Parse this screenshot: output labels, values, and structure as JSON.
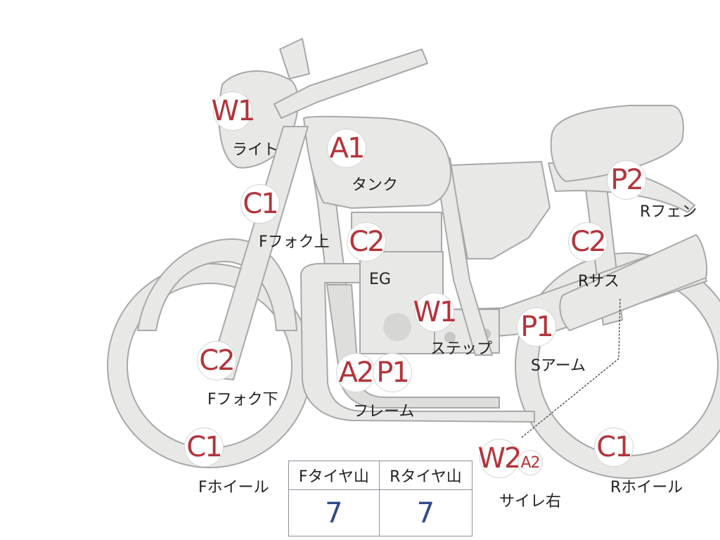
{
  "components": {
    "light": {
      "code": "W1",
      "label": "ライト"
    },
    "tank": {
      "code": "A1",
      "label": "タンク"
    },
    "fork_up": {
      "code": "C1",
      "label": "Fフォク上"
    },
    "engine": {
      "code": "C2",
      "label": "EG"
    },
    "step": {
      "code": "W1",
      "label": "ステップ"
    },
    "fork_low": {
      "code": "C2",
      "label": "Fフォク下"
    },
    "frame": {
      "codes": [
        "A2",
        "P1"
      ],
      "label": "フレーム"
    },
    "f_wheel": {
      "code": "C1",
      "label": "Fホイール"
    },
    "r_fender": {
      "code": "P2",
      "label": "Rフェン"
    },
    "r_sus": {
      "code": "C2",
      "label": "Rサス"
    },
    "s_arm": {
      "code": "P1",
      "label": "Sアーム"
    },
    "muffler_r": {
      "codes": [
        "W2",
        "A2"
      ],
      "label": "サイレ右"
    },
    "r_wheel": {
      "code": "C1",
      "label": "Rホイール"
    }
  },
  "tire_table": {
    "headers": [
      "Fタイヤ山",
      "Rタイヤ山"
    ],
    "values": [
      "7",
      "7"
    ]
  },
  "colors": {
    "part_fill": "#e8e8e6",
    "part_stroke": "#a8a8a8",
    "code_text": "#b3343a",
    "value_text": "#2f4a8c"
  }
}
